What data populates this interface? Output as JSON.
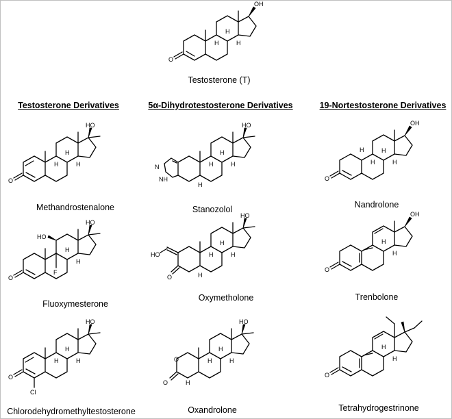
{
  "headers": {
    "testosterone_derivatives": "Testosterone Derivatives",
    "dht_derivatives_prefix": "5",
    "dht_derivatives_alpha": "α",
    "dht_derivatives_rest": "-Dihydrotestosterone Derivatives",
    "nortestosterone_derivatives": "19-Nortestosterone Derivatives"
  },
  "compounds": {
    "testosterone": {
      "name": "Testosterone (T)"
    },
    "methandrostenalone": {
      "name": "Methandrostenalone"
    },
    "stanozolol": {
      "name": "Stanozolol"
    },
    "nandrolone": {
      "name": "Nandrolone"
    },
    "fluoxymesterone": {
      "name": "Fluoxymesterone"
    },
    "oxymetholone": {
      "name": "Oxymetholone"
    },
    "trenbolone": {
      "name": "Trenbolone"
    },
    "chlorodehydromethyltestosterone": {
      "name": "Chlorodehydromethyltestosterone"
    },
    "oxandrolone": {
      "name": "Oxandrolone"
    },
    "tetrahydrogestrinone": {
      "name": "Tetrahydrogestrinone"
    }
  },
  "atom_labels": {
    "OH": "OH",
    "HO": "HO",
    "O": "O",
    "H": "H",
    "F": "F",
    "Cl": "Cl",
    "N": "N",
    "NH": "NH"
  }
}
